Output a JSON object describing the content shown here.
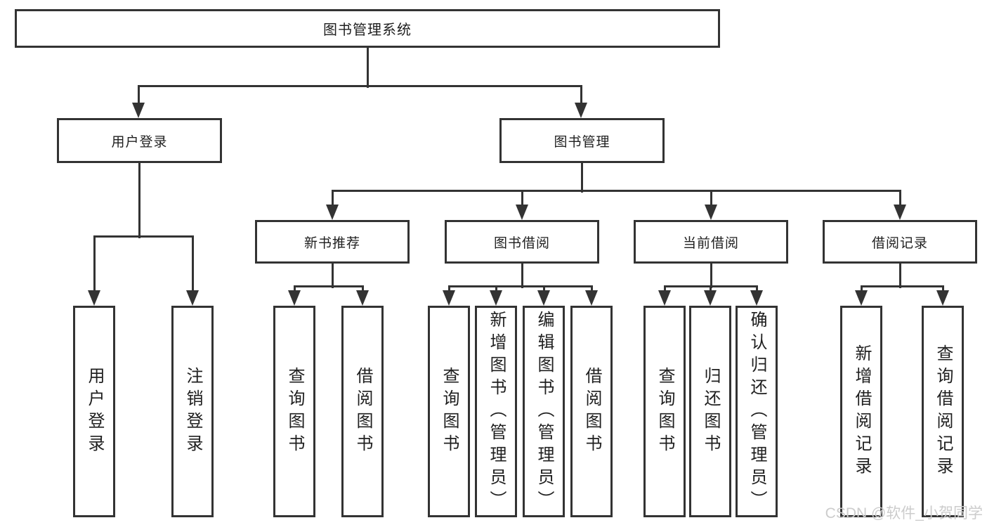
{
  "diagram": {
    "root": {
      "label": "图书管理系统"
    },
    "level2": [
      {
        "id": "user-login",
        "label": "用户登录"
      },
      {
        "id": "book-management",
        "label": "图书管理"
      }
    ],
    "level3": [
      {
        "id": "new-book-recommend",
        "label": "新书推荐"
      },
      {
        "id": "book-borrowing",
        "label": "图书借阅"
      },
      {
        "id": "current-borrowing",
        "label": "当前借阅"
      },
      {
        "id": "borrowing-records",
        "label": "借阅记录"
      }
    ],
    "leaves": [
      {
        "id": "user-login-leaf",
        "label": "用户登录"
      },
      {
        "id": "logout",
        "label": "注销登录"
      },
      {
        "id": "query-books-1",
        "label": "查询图书"
      },
      {
        "id": "borrow-books-1",
        "label": "借阅图书"
      },
      {
        "id": "query-books-2",
        "label": "查询图书"
      },
      {
        "id": "add-books-admin",
        "label": "新增图书（管理员）"
      },
      {
        "id": "edit-books-admin",
        "label": "编辑图书（管理员）"
      },
      {
        "id": "borrow-books-2",
        "label": "借阅图书"
      },
      {
        "id": "query-books-3",
        "label": "查询图书"
      },
      {
        "id": "return-books",
        "label": "归还图书"
      },
      {
        "id": "confirm-return-admin",
        "label": "确认归还（管理员）"
      },
      {
        "id": "add-borrow-record",
        "label": "新增借阅记录"
      },
      {
        "id": "query-borrow-record",
        "label": "查询借阅记录"
      }
    ]
  },
  "colors": {
    "line": "#333333",
    "text": "#1f1f1f",
    "watermark": "#cccccc"
  },
  "watermark": {
    "text": "CSDN @软件_小贺同学"
  }
}
